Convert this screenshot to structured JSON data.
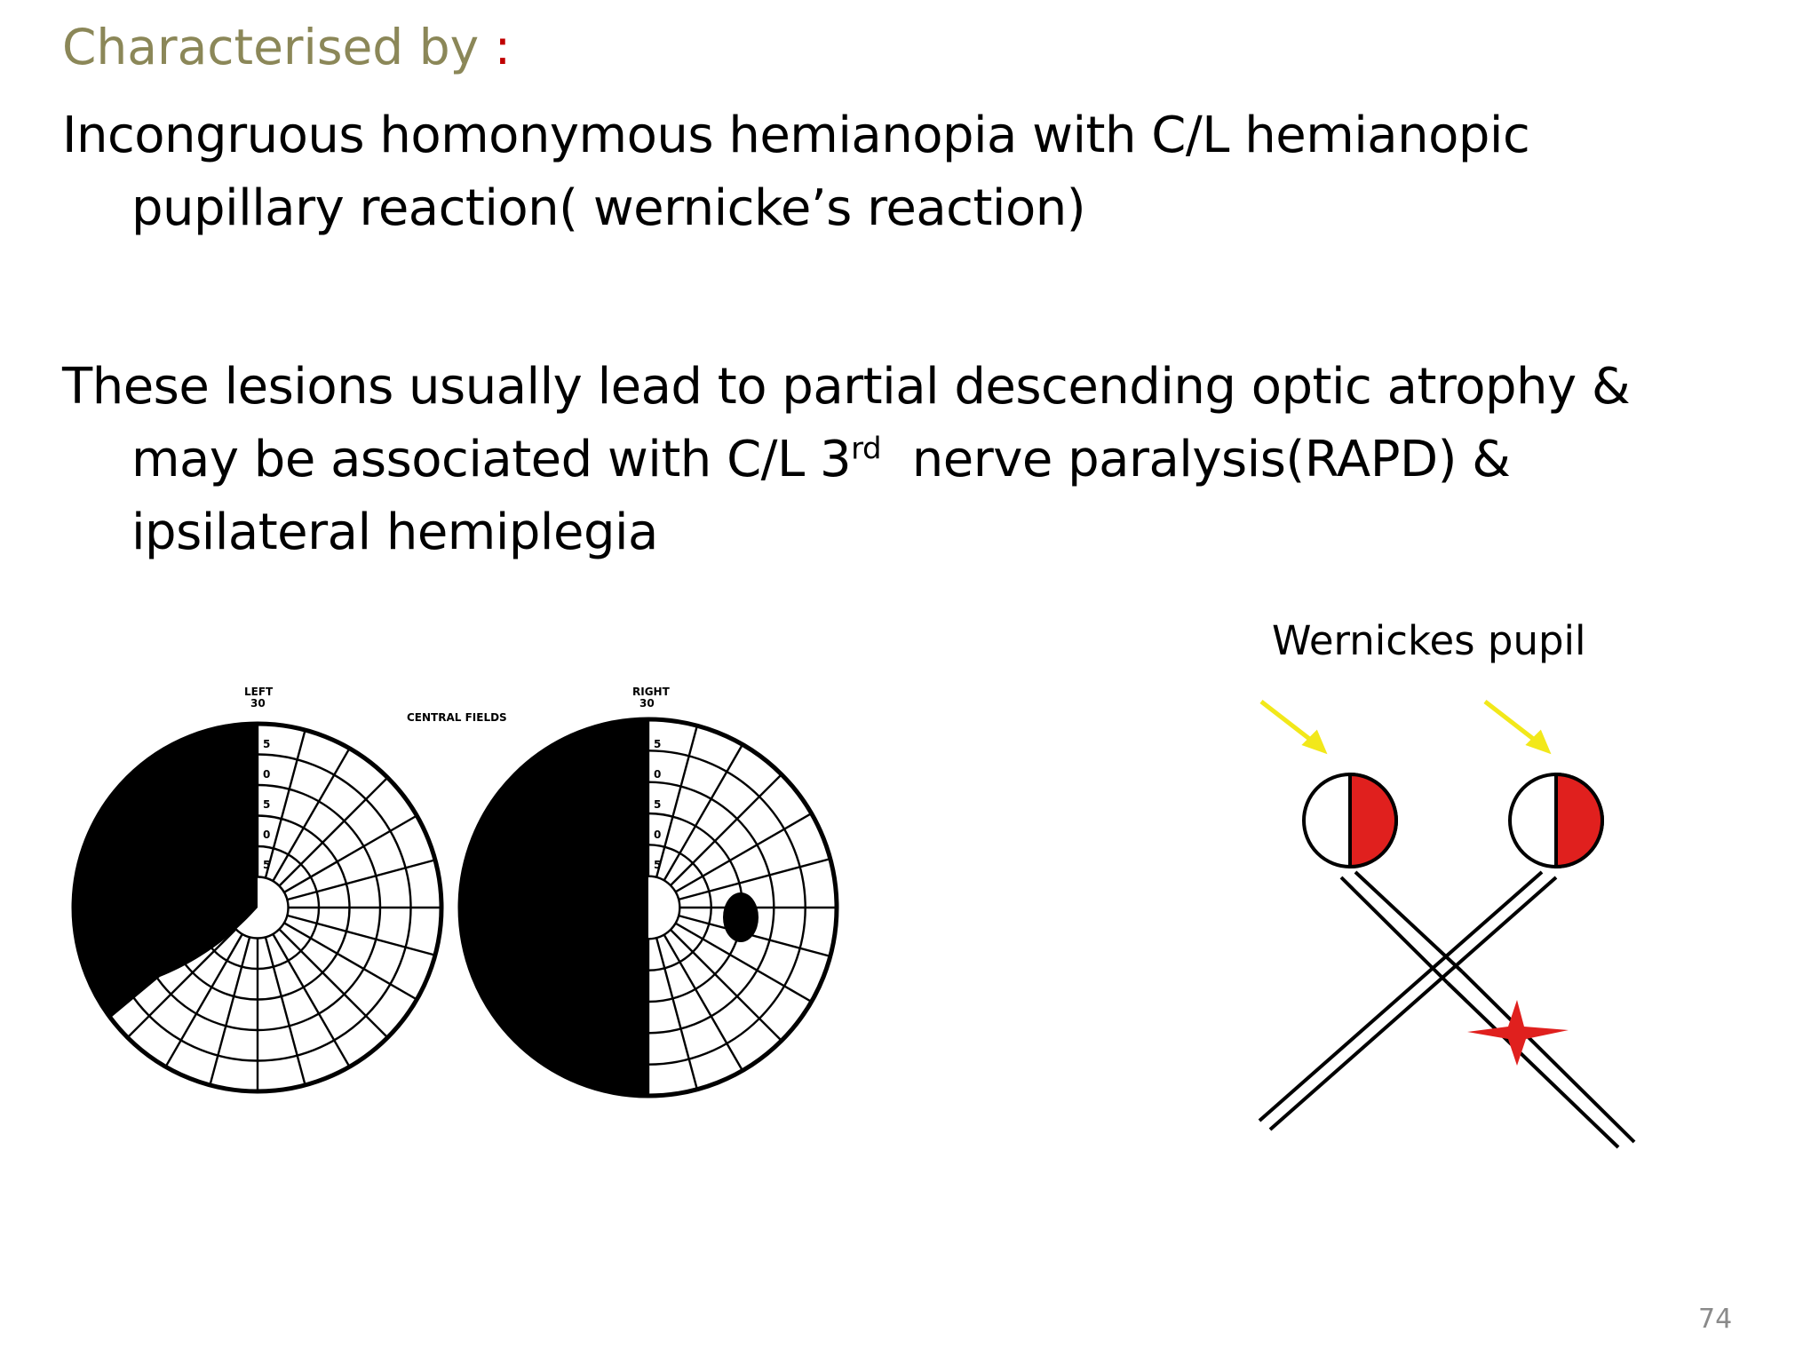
{
  "heading": {
    "text": "Characterised by ",
    "colon": ":"
  },
  "paragraph1": {
    "line1": "Incongruous homonymous hemianopia with C/L hemianopic",
    "line2": "pupillary reaction( wernicke’s reaction)"
  },
  "paragraph2": {
    "line1": "These lesions usually lead to partial descending optic atrophy &",
    "line2_before": "may be associated with C/L 3",
    "line2_sup": "rd",
    "line2_after": "  nerve paralysis(RAPD) &",
    "line3": "ipsilateral hemiplegia"
  },
  "visual_fields_figure": {
    "left_label": "LEFT",
    "left_value": "30",
    "right_label": "RIGHT",
    "right_value": "30",
    "center_label": "CENTRAL FIELDS",
    "scale_marks": [
      "5",
      "0",
      "5",
      "0",
      "5"
    ]
  },
  "pupil_figure": {
    "caption": "Wernickes pupil",
    "colors": {
      "arrow": "#f2e81a",
      "defect": "#e0201e",
      "lesion": "#e0201e"
    }
  },
  "page_number": "74"
}
